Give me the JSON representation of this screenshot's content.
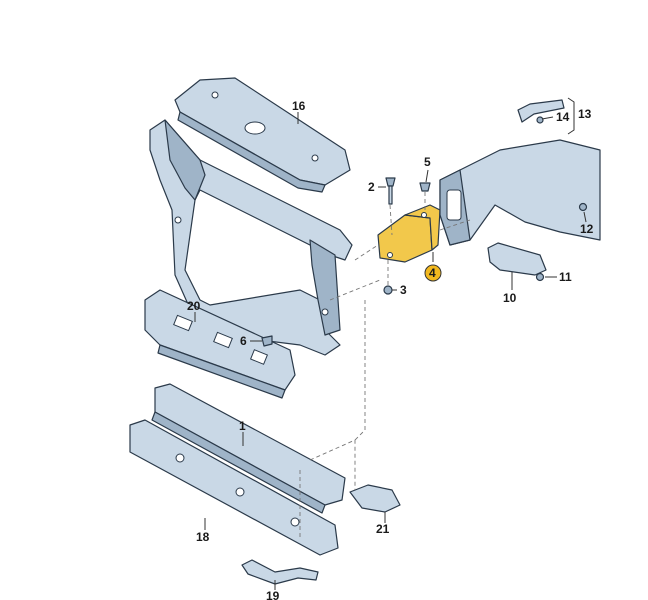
{
  "diagram": {
    "callouts": [
      {
        "id": "c1",
        "label": "1"
      },
      {
        "id": "c2",
        "label": "2"
      },
      {
        "id": "c3",
        "label": "3"
      },
      {
        "id": "c4",
        "label": "4",
        "highlighted": true
      },
      {
        "id": "c5",
        "label": "5"
      },
      {
        "id": "c6",
        "label": "6"
      },
      {
        "id": "c10",
        "label": "10"
      },
      {
        "id": "c11",
        "label": "11"
      },
      {
        "id": "c12",
        "label": "12"
      },
      {
        "id": "c13",
        "label": "13"
      },
      {
        "id": "c14",
        "label": "14"
      },
      {
        "id": "c16",
        "label": "16"
      },
      {
        "id": "c18",
        "label": "18"
      },
      {
        "id": "c19",
        "label": "19"
      },
      {
        "id": "c20",
        "label": "20"
      },
      {
        "id": "c21",
        "label": "21"
      }
    ],
    "colors": {
      "part_fill": "#c9d8e6",
      "part_stroke": "#2b3a4a",
      "highlight_fill": "#f2c84b"
    }
  }
}
